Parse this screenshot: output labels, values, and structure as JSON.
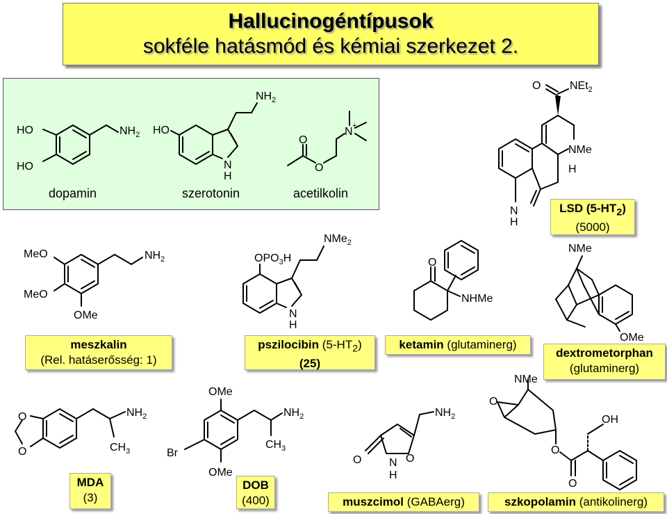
{
  "title": {
    "line1": "Hallucinogéntípusok",
    "line2": "sokféle hatásmód és kémiai szerkezet 2."
  },
  "compounds": {
    "dopamin": {
      "name": "dopamin"
    },
    "szerotonin": {
      "name": "szerotonin"
    },
    "acetilkolin": {
      "name": "acetilkolin"
    },
    "lsd": {
      "name": "LSD",
      "info": "(5-HT",
      "sub": "2",
      "close": ")",
      "potency": "(5000)"
    },
    "meszkalin": {
      "name": "meszkalin",
      "info": "(Rel. hatáserősség: ",
      "potency": "1",
      "close": ")"
    },
    "pszilocibin": {
      "name": "pszilocibin",
      "info": "(5-HT",
      "sub": "2",
      "close": ")",
      "potency": "(25)"
    },
    "ketamin": {
      "name": "ketamin",
      "info": "(glutaminerg)"
    },
    "dextrometorphan": {
      "name": "dextrometorphan",
      "info": "(glutaminerg)"
    },
    "mda": {
      "name": "MDA",
      "potency": "(3)"
    },
    "dob": {
      "name": "DOB",
      "potency": "(400)"
    },
    "muszcimol": {
      "name": "muszcimol",
      "info": "(GABAerg)"
    },
    "szkopolamin": {
      "name": "szkopolamin",
      "info": "(antikolinerg)"
    }
  },
  "atoms": {
    "ho": "HO",
    "nh": "NH",
    "two": "2",
    "three": "3",
    "n": "N",
    "h": "H",
    "o": "O",
    "plus": "+",
    "net": "NEt",
    "nme": "NMe",
    "meo": "MeO",
    "ome": "OMe",
    "opo": "OPO",
    "nme2": "NMe",
    "nhme": "NHme",
    "nhme_real": "NHMe",
    "ch": "CH",
    "br": "Br",
    "oh": "OH"
  }
}
